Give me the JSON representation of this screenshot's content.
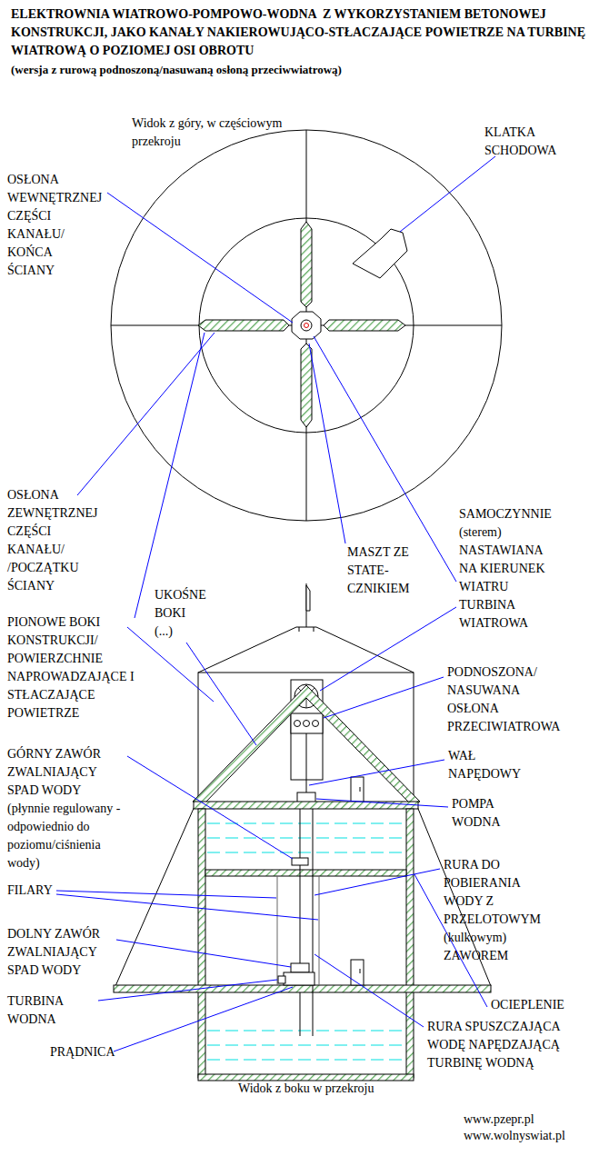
{
  "diagram": {
    "title": "ELEKTROWNIA WIATROWO-POMPOWO-WODNA  Z WYKORZYSTANIEM BETONOWEJ KONSTRUKCJI, JAKO KANAŁY NAKIEROWUJĄCO-STŁACZAJĄCE POWIETRZE NA TURBINĘ WIATROWĄ O POZIOMEJ OSI OBROTU",
    "caption": "Widok z boku w przekroju",
    "labels": [
      "(wersja z rurową podnoszoną/nasuwaną osłoną przeciwwiatrową)",
      "Widok z góry, w częściowym przekroju",
      "KLATKA SCHODOWA",
      "OSŁONA WEWNĘTRZNEJ CZĘŚCI KANAŁU/ KOŃCA ŚCIANY",
      "OSŁONA ZEWNĘTRZNEJ CZĘŚCI KANAŁU/ /POCZĄTKU ŚCIANY",
      "SAMOCZYNNIE (sterem) NASTAWIANA NA KIERUNEK WIATRU TURBINA WIATROWA",
      "MASZT ZE STATE- CZNIKIEM",
      "UKOŚNE BOKI (...)",
      "PIONOWE BOKI KONSTRUKCJI/ POWIERZCHNIE NAPROWADZAJĄCE I STŁACZAJĄCE POWIETRZE",
      "PODNOSZONA/ NASUWANA OSŁONA PRZECIWIATROWA",
      "GÓRNY ZAWÓR ZWALNIAJĄCY SPAD WODY (płynnie regulowany - odpowiednio do poziomu/ciśnienia wody)",
      "WAŁ NAPĘDOWY",
      "POMPA WODNA",
      "FILARY",
      "RURA DO POBIERANIA WODY Z PRZELOTOWYM (kulkowym) ZAWOREM",
      "DOLNY ZAWÓR ZWALNIAJĄCY SPAD WODY",
      "TURBINA WODNA",
      "OCIEPLENIE",
      "PRĄDNICA",
      "RURA SPUSZCZAJĄCA WODĘ NAPĘDZAJĄCĄ TURBINĘ WODNĄ",
      "www.pzepr.pl",
      "www.wolnyswiat.pl"
    ]
  }
}
